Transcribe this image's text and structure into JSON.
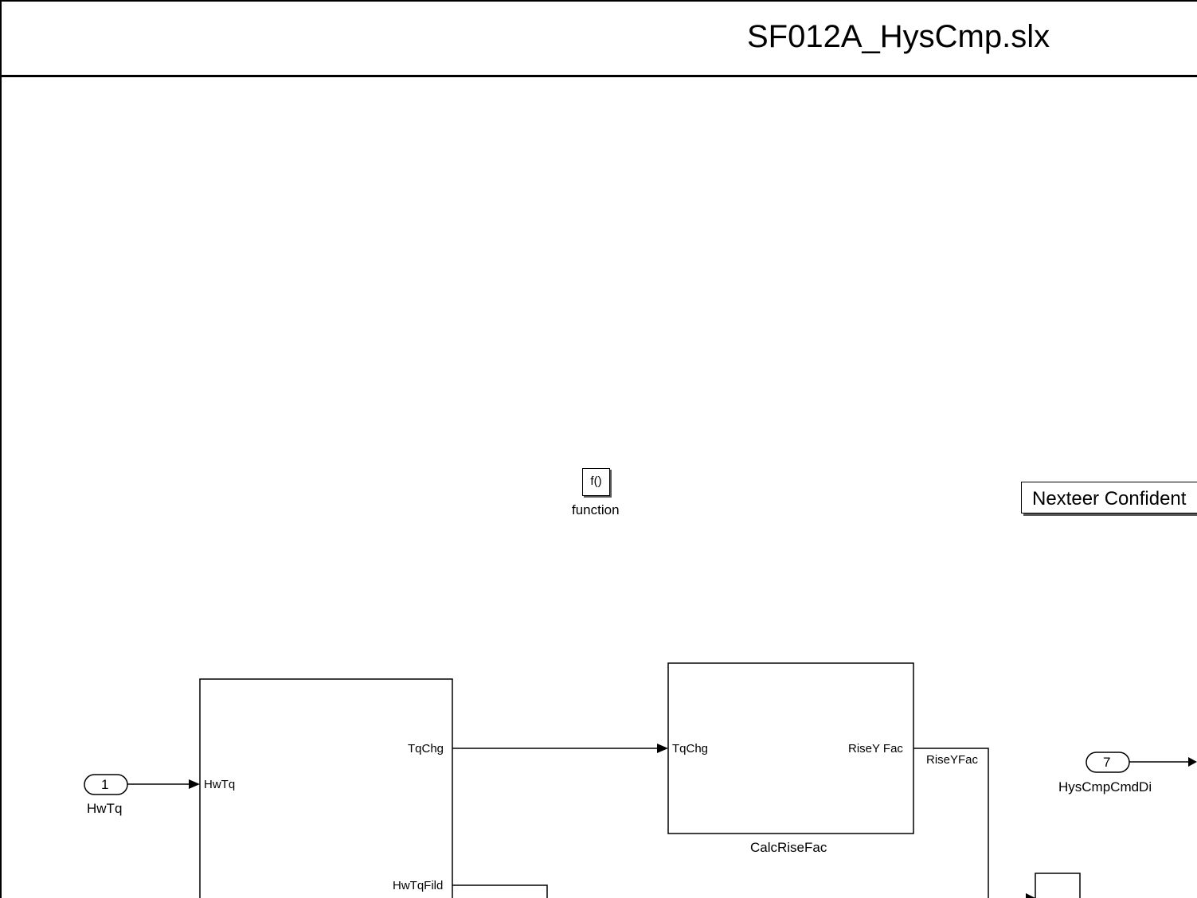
{
  "header": {
    "title": "SF012A_HysCmp.slx"
  },
  "banner": {
    "text": "Nexteer Confident"
  },
  "function_block": {
    "glyph": "f()",
    "caption": "function"
  },
  "inports": [
    {
      "number": "1",
      "name": "HwTq"
    }
  ],
  "outports": [
    {
      "number": "7",
      "name": "HysCmpCmdDi"
    }
  ],
  "blocks": {
    "filter_block": {
      "in_ports": [
        "HwTq"
      ],
      "out_ports": [
        "TqChg",
        "HwTqFild"
      ]
    },
    "calc_rise_fac": {
      "name": "CalcRiseFac",
      "in_ports": [
        "TqChg"
      ],
      "out_ports": [
        "RiseY Fac"
      ]
    }
  },
  "signals": {
    "rise_fac_line": "RiseYFac"
  },
  "colors": {
    "line": "#000000",
    "background": "#ffffff",
    "shadow": "#555555"
  }
}
